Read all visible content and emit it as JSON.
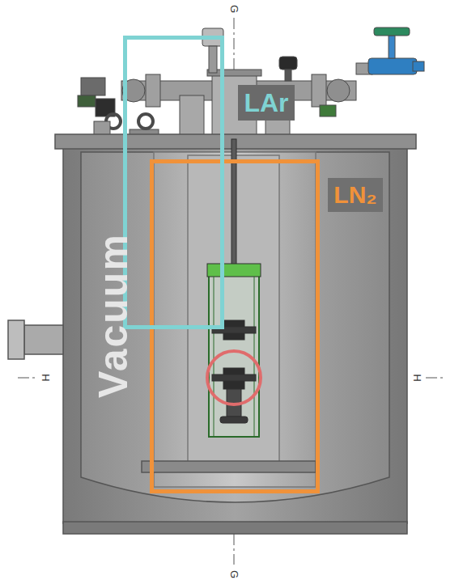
{
  "diagram": {
    "nodes": [
      {
        "text": [
          "Vacuum"
        ]
      },
      {
        "text": [
          "LN₂"
        ],
        "in": 0
      },
      {
        "text": [
          "LAr"
        ],
        "in": 1
      }
    ],
    "labels": [
      "G",
      "G",
      "H",
      "H"
    ]
  }
}
